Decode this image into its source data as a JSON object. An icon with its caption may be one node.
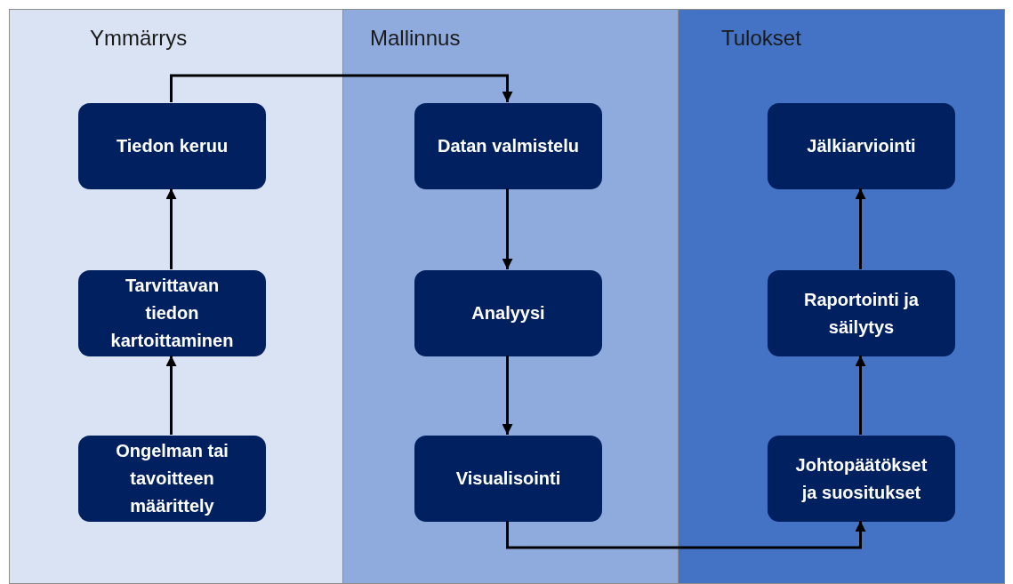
{
  "diagram": {
    "nodes": [
      {
        "text": [
          "Ymmärrys"
        ]
      },
      {
        "text": [
          "Tiedon keruu"
        ],
        "in": 0
      },
      {
        "text": [
          "Tarvittavan tiedon kartoittaminen"
        ],
        "in": 0
      },
      {
        "text": [
          "Ongelman tai tavoitteen määrittely"
        ],
        "in": 0
      },
      {
        "text": [
          "Mallinnus"
        ]
      },
      {
        "text": [
          "Datan valmistelu"
        ],
        "in": 4
      },
      {
        "text": [
          "Analyysi"
        ],
        "in": 4
      },
      {
        "text": [
          "Visualisointi"
        ],
        "in": 4
      },
      {
        "text": [
          "Tulokset"
        ]
      },
      {
        "text": [
          "Jälkiarviointi"
        ],
        "in": 8
      },
      {
        "text": [
          "Raportointi ja säilytys"
        ],
        "in": 8
      },
      {
        "text": [
          "Johtopäätökset ja suositukset"
        ],
        "in": 8
      }
    ],
    "edges": [
      {
        "from": 3,
        "to": 2,
        "arrow": "to"
      },
      {
        "from": 2,
        "to": 1,
        "arrow": "to"
      },
      {
        "from": 1,
        "to": 5,
        "arrow": "to"
      },
      {
        "from": 5,
        "to": 6,
        "arrow": "to"
      },
      {
        "from": 6,
        "to": 7,
        "arrow": "to"
      },
      {
        "from": 7,
        "to": 11,
        "arrow": "to"
      },
      {
        "from": 11,
        "to": 10,
        "arrow": "to"
      },
      {
        "from": 10,
        "to": 9,
        "arrow": "to"
      }
    ]
  }
}
